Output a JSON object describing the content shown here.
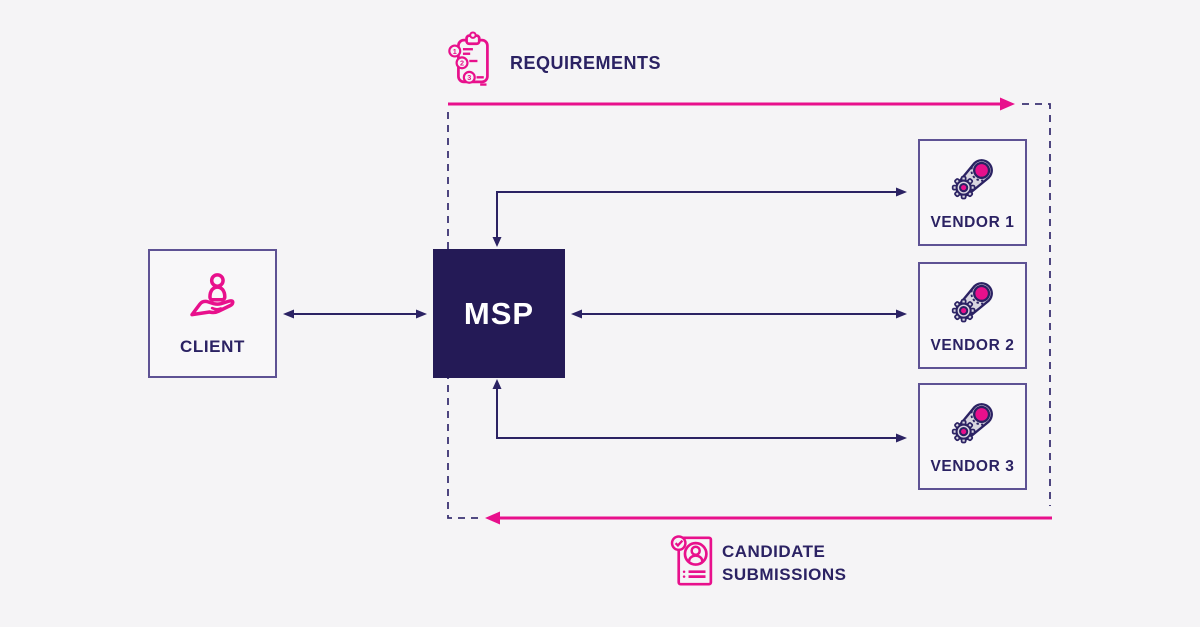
{
  "nodes": {
    "client": {
      "label": "CLIENT",
      "icon": "person-in-hand-icon"
    },
    "msp": {
      "label": "MSP"
    },
    "vendors": [
      {
        "label": "VENDOR 1",
        "icon": "gears-belt-icon"
      },
      {
        "label": "VENDOR 2",
        "icon": "gears-belt-icon"
      },
      {
        "label": "VENDOR 3",
        "icon": "gears-belt-icon"
      }
    ]
  },
  "flows": {
    "requirements": {
      "label": "REQUIREMENTS",
      "icon": "clipboard-checklist-icon"
    },
    "candidate_submissions": {
      "line1": "CANDIDATE",
      "line2": "SUBMISSIONS",
      "icon": "resume-check-icon"
    }
  },
  "icons": {
    "requirements_steps": [
      "1",
      "2",
      "3"
    ]
  },
  "colors": {
    "background": "#f5f4f6",
    "navy": "#2b2263",
    "pink": "#e8108c",
    "box_border": "#5e5294",
    "msp_background": "#241a56",
    "gear_gray": "#d9d6e0",
    "node_fill": "#f8f7f9"
  }
}
